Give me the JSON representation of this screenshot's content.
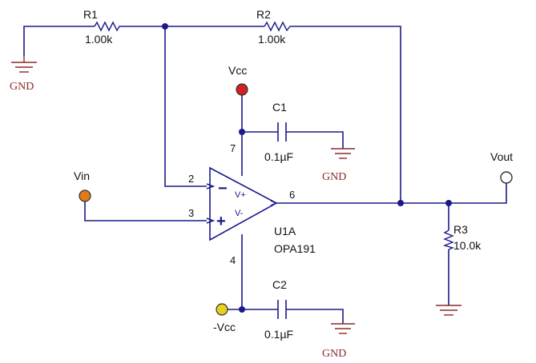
{
  "components": {
    "r1": {
      "ref": "R1",
      "value": "1.00k"
    },
    "r2": {
      "ref": "R2",
      "value": "1.00k"
    },
    "r3": {
      "ref": "R3",
      "value": "10.0k"
    },
    "c1": {
      "ref": "C1",
      "value": "0.1µF"
    },
    "c2": {
      "ref": "C2",
      "value": "0.1µF"
    },
    "opamp": {
      "ref": "U1A",
      "part": "OPA191",
      "inv_input": "V+",
      "noninv_input": "V-",
      "minus_sign": "−",
      "plus_sign": "+"
    }
  },
  "pins": {
    "p2": "2",
    "p3": "3",
    "p4": "4",
    "p6": "6",
    "p7": "7"
  },
  "nets": {
    "gnd": "GND",
    "vcc": "Vcc",
    "vneg": "-Vcc",
    "vin": "Vin",
    "vout": "Vout"
  },
  "colors": {
    "wire": "#1a1a8c",
    "ground": "#8b2a2a",
    "vcc_terminal": "#d42020",
    "vin_terminal": "#e07a1a",
    "vneg_terminal": "#e8d020"
  }
}
